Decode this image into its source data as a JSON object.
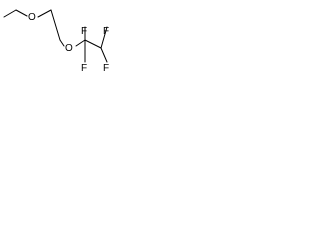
{
  "molecule": {
    "atoms": {
      "o1": "O",
      "o2": "O",
      "f1": "F",
      "f2": "F",
      "f3": "F",
      "f4": "F"
    }
  },
  "colors": {
    "bond": "#000000",
    "label": "#000000",
    "background": "#ffffff"
  }
}
